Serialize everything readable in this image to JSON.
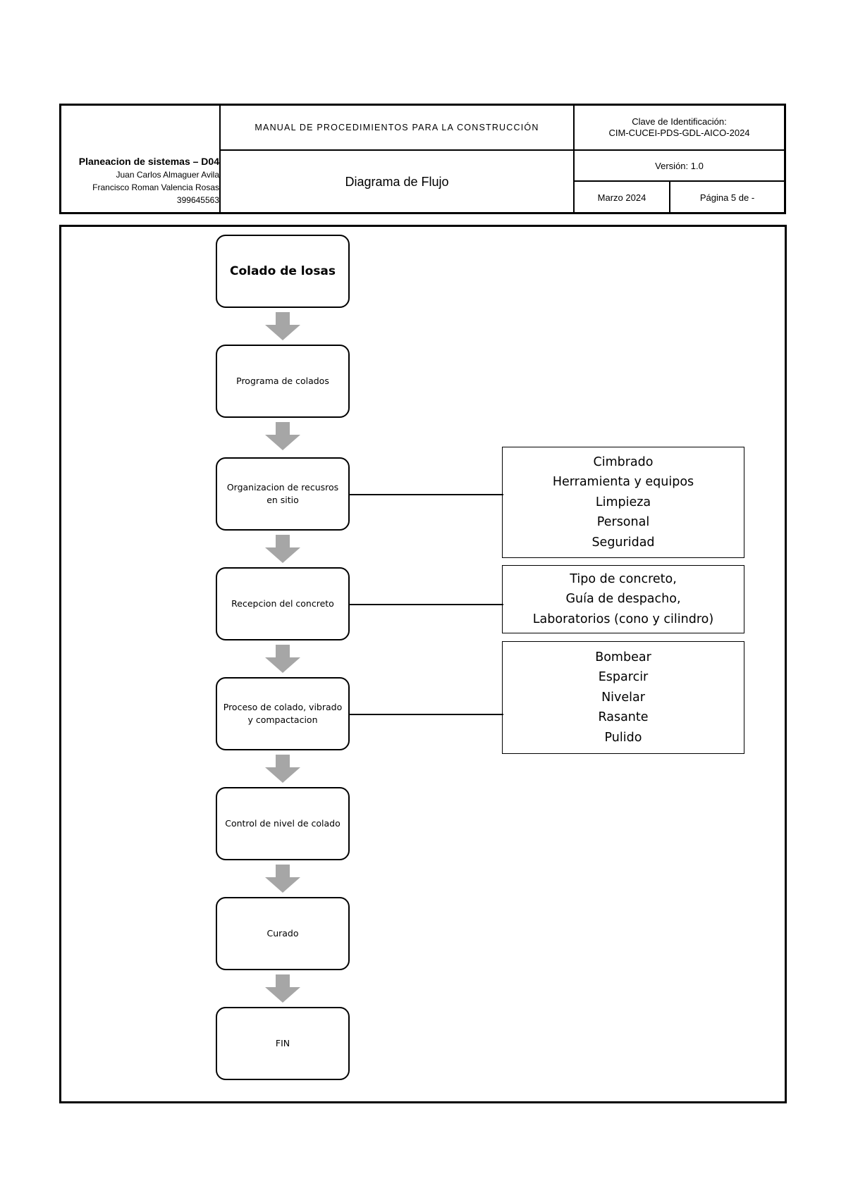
{
  "header": {
    "org": "Planeacion de sistemas – D04",
    "author1": "Juan Carlos Almaguer Avila",
    "author2": "Francisco Roman Valencia Rosas",
    "author_id": "399645563",
    "manual_title": "MANUAL DE PROCEDIMIENTOS PARA LA CONSTRUCCIÓN",
    "doc_title": "Diagrama de Flujo",
    "id_label": "Clave de Identificación:",
    "id_value": "CIM-CUCEI-PDS-GDL-AICO-2024",
    "version": "Versión: 1.0",
    "date": "Marzo 2024",
    "page": "Página 5 de -"
  },
  "flow": {
    "steps": [
      "Colado de losas",
      "Programa de colados",
      "Organizacion de recusros en sitio",
      "Recepcion del concreto",
      "Proceso de colado, vibrado y compactacion",
      "Control de nivel de colado",
      "Curado",
      "FIN"
    ],
    "notes": {
      "organizacion": [
        "Cimbrado",
        "Herramienta y equipos",
        "Limpieza",
        "Personal",
        "Seguridad"
      ],
      "recepcion": [
        "Tipo de concreto,",
        "Guía de despacho,",
        "Laboratorios (cono y cilindro)"
      ],
      "proceso": [
        "Bombear",
        "Esparcir",
        "Nivelar",
        "Rasante",
        "Pulido"
      ]
    }
  },
  "colors": {
    "arrow": "#a6a6a6",
    "border": "#000000"
  }
}
